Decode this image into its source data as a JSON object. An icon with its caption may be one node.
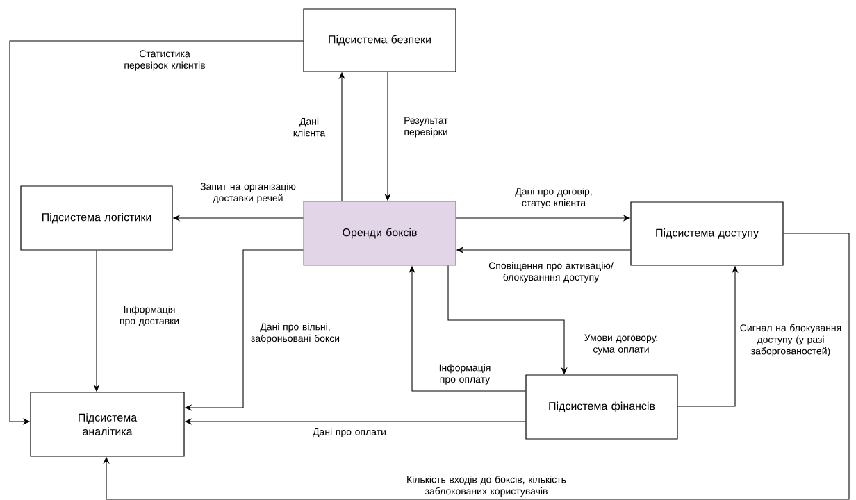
{
  "diagram": {
    "nodes": [
      {
        "text": [
          "Підсистема безпеки"
        ]
      },
      {
        "text": [
          "Підсистема логістики"
        ]
      },
      {
        "text": [
          "Оренди боксів"
        ]
      },
      {
        "text": [
          "Підсистема доступу"
        ]
      },
      {
        "text": [
          "Підсистема аналітика"
        ]
      },
      {
        "text": [
          "Підсистема фінансів"
        ]
      }
    ],
    "edges": [
      {
        "from": 2,
        "to": 0,
        "arrow": "to",
        "label": "Дані клієнта"
      },
      {
        "from": 0,
        "to": 2,
        "arrow": "to",
        "label": "Результат перевірки"
      },
      {
        "from": 0,
        "to": 4,
        "arrow": "to",
        "label": "Статистика перевірок клієнтів"
      },
      {
        "from": 2,
        "to": 1,
        "arrow": "to",
        "label": "Запит на організацію доставки речей"
      },
      {
        "from": 1,
        "to": 4,
        "arrow": "to",
        "label": "Інформація про доставки"
      },
      {
        "from": 2,
        "to": 4,
        "arrow": "to",
        "label": "Дані про вільні, заброньовані бокси"
      },
      {
        "from": 2,
        "to": 3,
        "arrow": "to",
        "label": "Дані про договір, статус клієнта"
      },
      {
        "from": 3,
        "to": 2,
        "arrow": "to",
        "label": "Сповіщення про активацію/ блокуванння доступу"
      },
      {
        "from": 2,
        "to": 5,
        "arrow": "to",
        "label": "Умови договору, сума оплати"
      },
      {
        "from": 5,
        "to": 2,
        "arrow": "to",
        "label": "Інформація про оплату"
      },
      {
        "from": 5,
        "to": 4,
        "arrow": "to",
        "label": "Дані про оплати"
      },
      {
        "from": 5,
        "to": 3,
        "arrow": "to",
        "label": "Сигнал на блокування доступу (у разі заборгованостей)"
      },
      {
        "from": 3,
        "to": 4,
        "arrow": "to",
        "label": "Кількість входів до боксів, кількість заблокованих користувачів"
      }
    ]
  }
}
